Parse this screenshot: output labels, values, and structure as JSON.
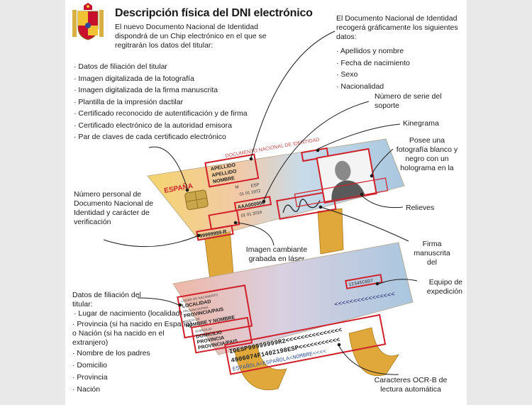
{
  "title": "Descripción física del DNI electrónico",
  "intro": "El nuevo Documento Nacional de Identidad dispondrá de un Chip electrónico en el que se regitrarán los datos del titular:",
  "chip_data": [
    "Datos de filiación del titular",
    "Imagen digitalizada de la fotografía",
    "Imagen digitalizada de la firma manuscrita",
    "Plantilla de la impresión dactilar",
    "Certificado reconocido de autentificación y de firma",
    "Certificado electrónico de la autoridad emisora",
    "Par de claves de cada certificado electrónico"
  ],
  "graphic_intro": "El Documento Nacional de Identidad recogerá gráficamente los siguientes datos:",
  "graphic_data": [
    "Apellidos y nombre",
    "Fecha de nacimiento",
    "Sexo",
    "Nacionalidad"
  ],
  "labels": {
    "serial": "Número de serie del soporte",
    "kinegram": "Kinegrama",
    "photo": "Posee una fotografía blanco y negro con un holograma en la",
    "reliefs": "Relieves",
    "signature": "Firma manuscrita del",
    "personal_number": "Número personal de Documento Nacional de Identidad y carácter de verificación",
    "laser_image": "Imagen cambiante grabada en láser",
    "issuing_team": "Equipo de expedición",
    "ocr": "Caracteres OCR-B de lectura automática"
  },
  "back_intro": "Datos de filiación del titular:",
  "back_data": [
    "Lugar de nacimiento (localidad)",
    "Provincia (si ha nacido en España) o Nación (si ha nacido en el extranjero)",
    "Nombre de los padres",
    "Domicilio",
    "Provincia",
    "Nación"
  ],
  "card_front": {
    "header": "DOCUMENTO NACIONAL DE IDENTIDAD",
    "country": "ESPAÑA",
    "field_surname": "APELLIDO",
    "field_surname2": "APELLIDO",
    "field_name": "NOMBRE",
    "sex": "M",
    "nationality": "ESP",
    "birth_date": "01 01 1972",
    "serial": "AAA000000",
    "expiry": "01 01 2016",
    "dni_number": "99999999-R"
  },
  "card_back": {
    "born_label": "LUGAR DE NACIMIENTO",
    "born_value": "LOCALIDAD",
    "province_label": "PROVINCIA/PAIS",
    "province_value": "PROVINCIA/PAIS",
    "parents_label": "HIJO/A DE",
    "parents_value": "NOMBRE Y NOMBRE",
    "address_label": "DOMICILIO",
    "address_value": "DOMICILIO",
    "address_province": "PROVINCIA",
    "address_country": "PROVINCIA/PAIS",
    "team": "12345C6D7",
    "mrz1": "IDESP99999999R2<<<<<<<<<<<<<<<",
    "mrz2": "4906074F1402198ESP<<<<<<<<<<<",
    "mrz3": "ESPAÑOLA<ESPAÑOLA<NOMBRE<<<<",
    "filler": "<<<<<<<<<<<<<<<<"
  },
  "colors": {
    "highlight": "#d0202a",
    "connector": "#e0a83a",
    "chip": "#c9a64a",
    "card_blue": "#a9c7df",
    "card_pink": "#f0b7a6"
  }
}
